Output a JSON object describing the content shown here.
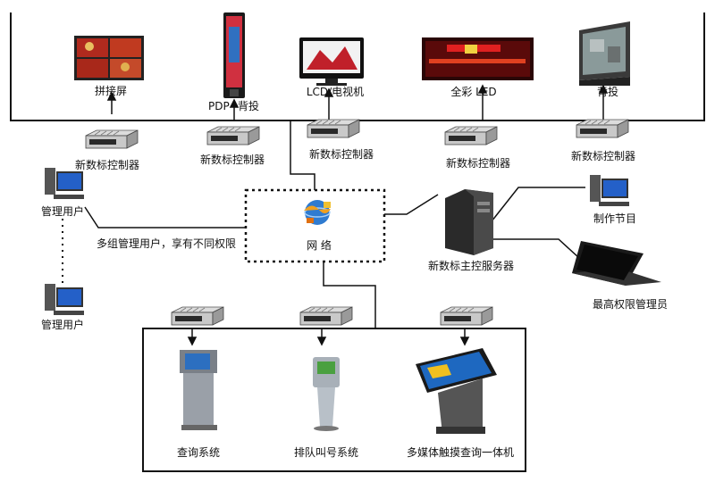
{
  "displays": {
    "splice_screen": "拼接屏",
    "pdp": "PDP",
    "pdp_backprojection": "背投",
    "lcd_tv": "LCD/电视机",
    "full_color_led": "全彩 LED",
    "back_projection": "背投"
  },
  "controllers": {
    "label": "新数标控制器"
  },
  "network": {
    "label": "网  络",
    "multi_group_note": "多组管理用户，享有不同权限"
  },
  "users": {
    "admin_user_top": "管理用户",
    "admin_user_bottom": "管理用户"
  },
  "server": {
    "label": "新数标主控服务器",
    "program_production": "制作节目",
    "top_admin": "最高权限管理员"
  },
  "terminals": {
    "query_system": "查询系统",
    "queue_system": "排队叫号系统",
    "multimedia_kiosk": "多媒体触摸查询一体机"
  },
  "colors": {
    "wire": "#111111",
    "controller_body": "#c9c9c9",
    "controller_dark": "#2a2a2a",
    "screen_red": "#c0202a",
    "led_dark": "#3a0a0a"
  }
}
